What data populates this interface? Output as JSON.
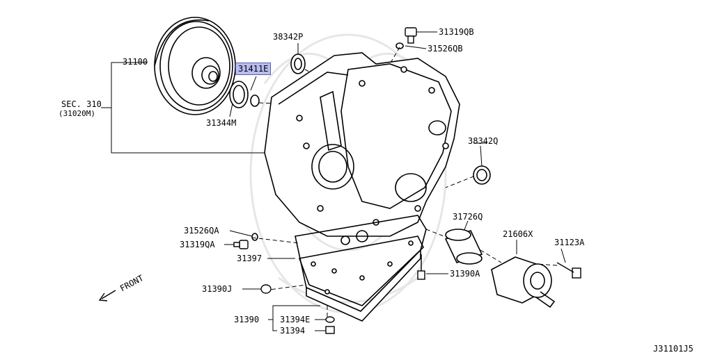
{
  "diagram_id": "J31101J5",
  "highlight_color": "#b9bcf0",
  "direction_label": "FRONT",
  "parts": {
    "p31100": "31100",
    "p31411e": "31411E",
    "p38342p": "38342P",
    "p31319qb": "31319QB",
    "p31526qb": "31526QB",
    "sec_line1": "SEC. 310",
    "sec_line2": "(31020M)",
    "p31344m": "31344M",
    "p38342q": "38342Q",
    "p31726q": "31726Q",
    "p21606x": "21606X",
    "p31123a": "31123A",
    "p31526qa": "31526QA",
    "p31319qa": "31319QA",
    "p31397": "31397",
    "p31390a": "31390A",
    "p31390j": "31390J",
    "p31390": "31390",
    "p31394e": "31394E",
    "p31394": "31394"
  }
}
